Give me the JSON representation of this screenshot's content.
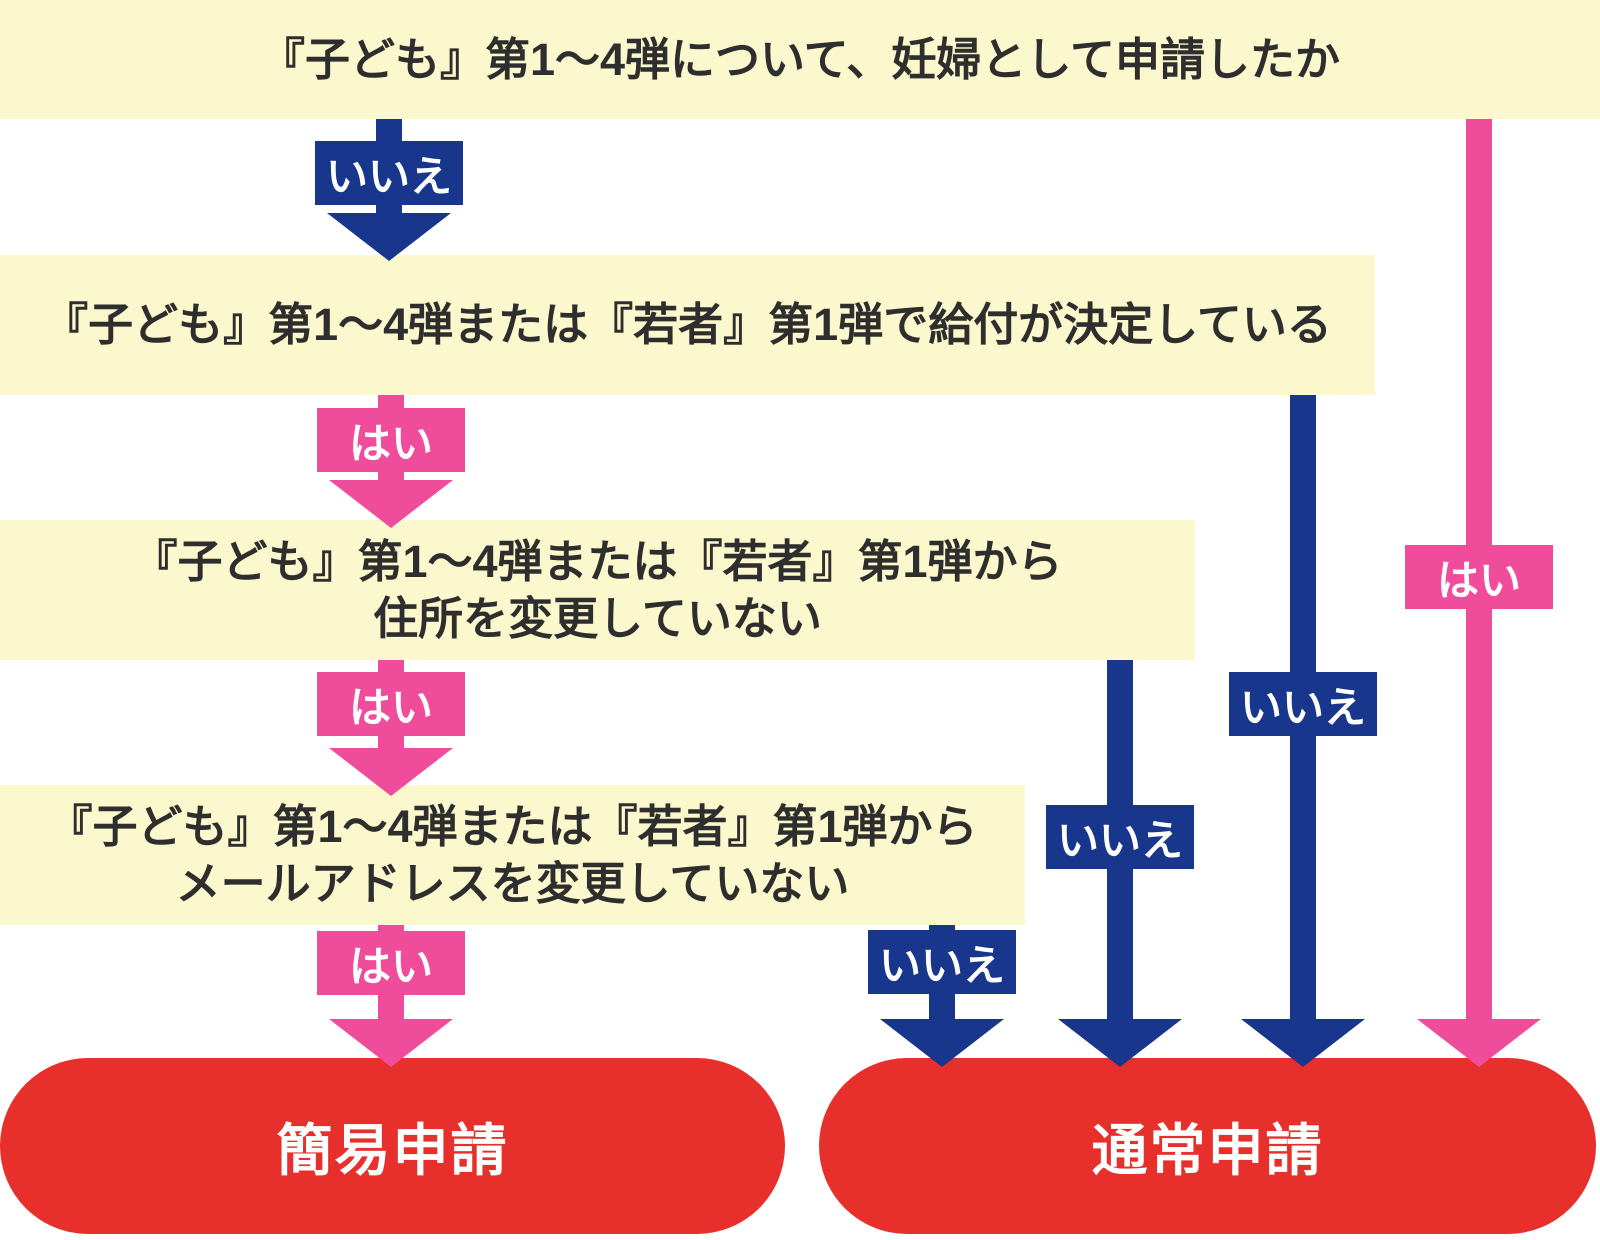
{
  "flowchart": {
    "colors": {
      "cream": "#FCF8CD",
      "blue": "#17368C",
      "pink": "#EF4D9B",
      "red": "#E7302B",
      "text_dark": "#2E2E2E",
      "label_text": "#FFFFFF"
    },
    "labels": {
      "yes": "はい",
      "no": "いいえ"
    },
    "questions": [
      {
        "text": "『子ども』第1〜4弾について、妊婦として申請したか"
      },
      {
        "text": "『子ども』第1〜4弾または『若者』第1弾で給付が決定している"
      },
      {
        "line1": "『子ども』第1〜4弾または『若者』第1弾から",
        "line2": "住所を変更していない"
      },
      {
        "line1": "『子ども』第1〜4弾または『若者』第1弾から",
        "line2": "メールアドレスを変更していない"
      }
    ],
    "results": [
      {
        "text": "簡易申請"
      },
      {
        "text": "通常申請"
      }
    ]
  }
}
